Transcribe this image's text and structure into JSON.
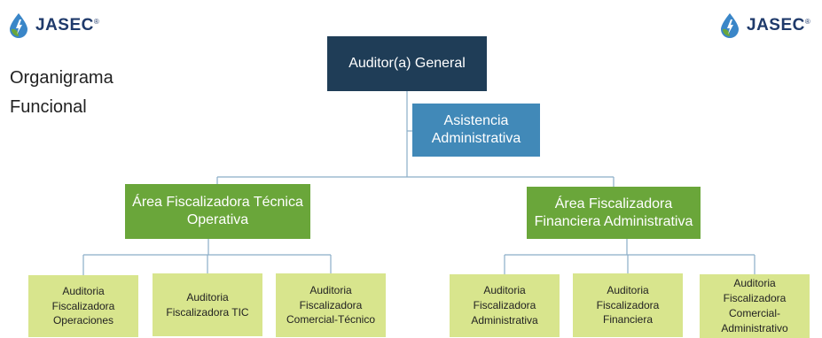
{
  "brand": {
    "name": "JASEC",
    "mark": "®"
  },
  "title": {
    "line1": "Organigrama",
    "line2": "Funcional"
  },
  "org": {
    "top": "Auditor(a) General",
    "assistant": "Asistencia Administrativa",
    "areas": [
      {
        "label": "Área Fiscalizadora Técnica Operativa",
        "units": [
          "Auditoria Fiscalizadora Operaciones",
          "Auditoria Fiscalizadora TIC",
          "Auditoria Fiscalizadora Comercial-Técnico"
        ]
      },
      {
        "label": "Área Fiscalizadora Financiera Administrativa",
        "units": [
          "Auditoria Fiscalizadora Administrativa",
          "Auditoria Fiscalizadora Financiera",
          "Auditoria Fiscalizadora Comercial-Administrativo"
        ]
      }
    ]
  },
  "colors": {
    "top": "#1f3d57",
    "assistant": "#4189b8",
    "area": "#6aa63a",
    "unit": "#d8e58d",
    "connector": "#8aaec8",
    "logo_drop": "#3a86c8",
    "logo_leaf": "#6aa63a",
    "logo_text": "#1f3a6b"
  }
}
